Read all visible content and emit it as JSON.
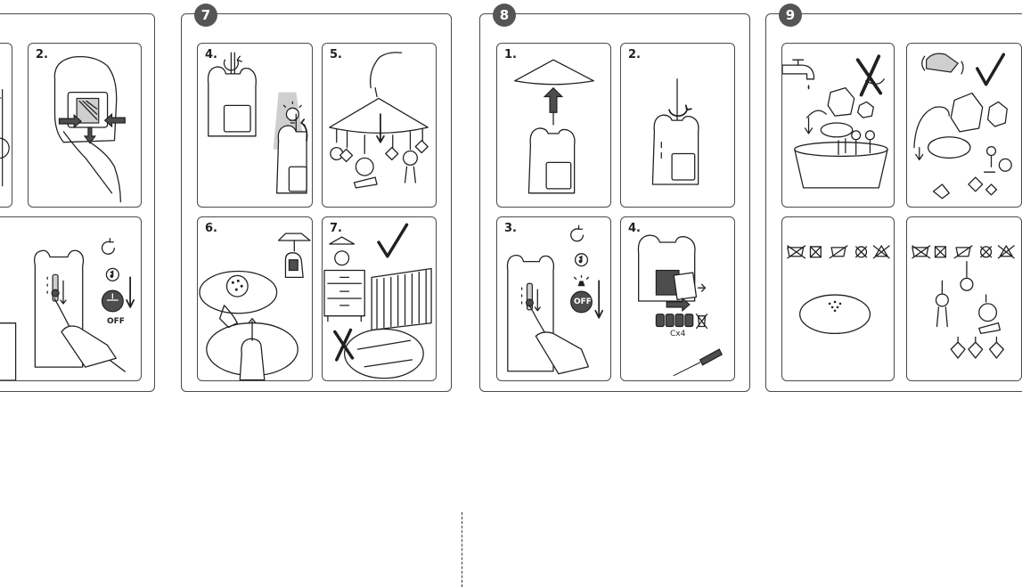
{
  "sections": [
    {
      "badge": ""
    },
    {
      "badge": "7"
    },
    {
      "badge": "8"
    },
    {
      "badge": "9"
    }
  ],
  "section6": {
    "panel_top_right": {
      "step": "2."
    }
  },
  "section7": {
    "panels": [
      {
        "step": "4."
      },
      {
        "step": "5."
      },
      {
        "step": "6."
      },
      {
        "step": "7."
      }
    ]
  },
  "section8": {
    "panels": [
      {
        "step": "1."
      },
      {
        "step": "2."
      },
      {
        "step": "3."
      },
      {
        "step": "4.",
        "battery_label": "Cx4"
      }
    ]
  },
  "labels": {
    "off": "OFF"
  },
  "colors": {
    "line": "#231f20",
    "badge_fill": "#555555",
    "button_fill": "#4d4d4d",
    "highlight": "#cfcfcf"
  },
  "icons": [
    "rotate-icon",
    "music-icon",
    "light-icon",
    "off-button-icon",
    "check-mark-icon",
    "cross-mark-icon",
    "wash-symbol-icon",
    "faucet-icon",
    "screwdriver-icon",
    "battery-icon"
  ]
}
